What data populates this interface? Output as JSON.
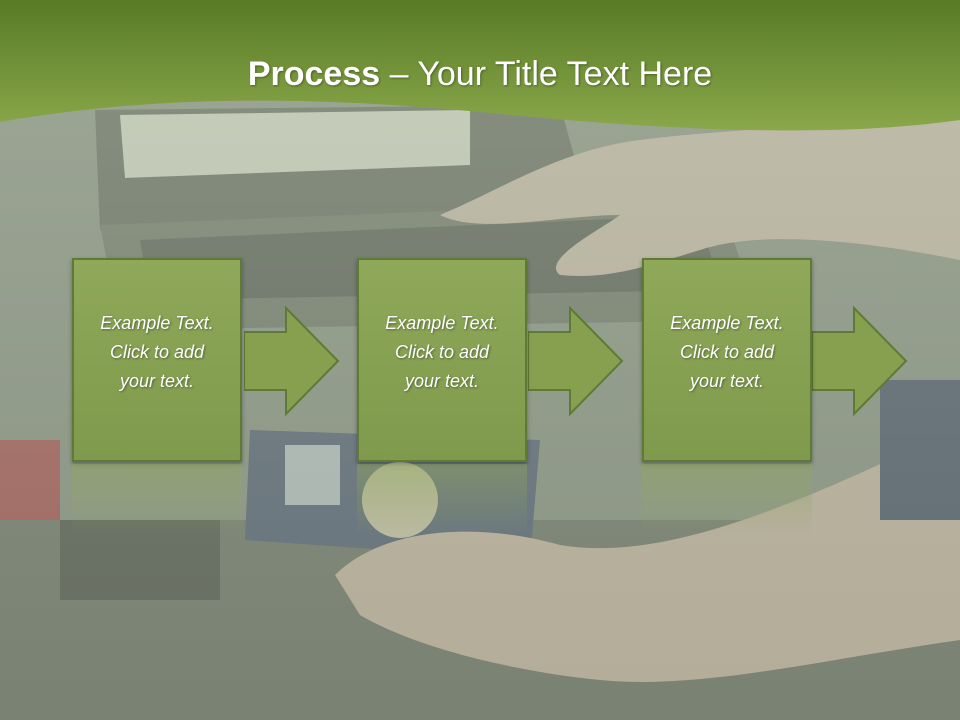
{
  "title": {
    "bold": "Process",
    "rest": " – Your Title Text Here"
  },
  "steps": [
    {
      "text": "Example Text.\nClick  to add\nyour text."
    },
    {
      "text": "Example Text.\nClick  to add\nyour text."
    },
    {
      "text": "Example Text.\nClick  to add\nyour text."
    }
  ],
  "colors": {
    "header": "#6b8a35",
    "box": "#8fa85a",
    "box_border": "#5f7a34"
  }
}
